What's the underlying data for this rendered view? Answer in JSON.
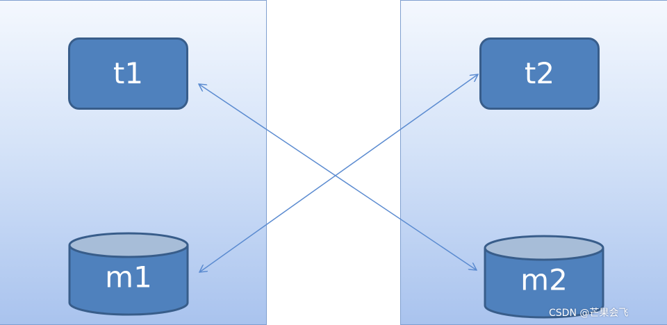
{
  "nodes": {
    "t1": "t1",
    "t2": "t2",
    "m1": "m1",
    "m2": "m2"
  },
  "watermark": "CSDN @芒果会飞",
  "colors": {
    "node_fill": "#4f81bd",
    "node_border": "#385d8a",
    "cylinder_top": "#a7bdd8",
    "arrow": "#5b8bd0",
    "panel_gradient_top": "#f4f8fe",
    "panel_gradient_bottom": "#a9c3ee"
  },
  "edges": [
    {
      "from": "m1",
      "to": "t2",
      "bidirectional": true
    },
    {
      "from": "t1",
      "to": "m2",
      "bidirectional": true
    }
  ]
}
